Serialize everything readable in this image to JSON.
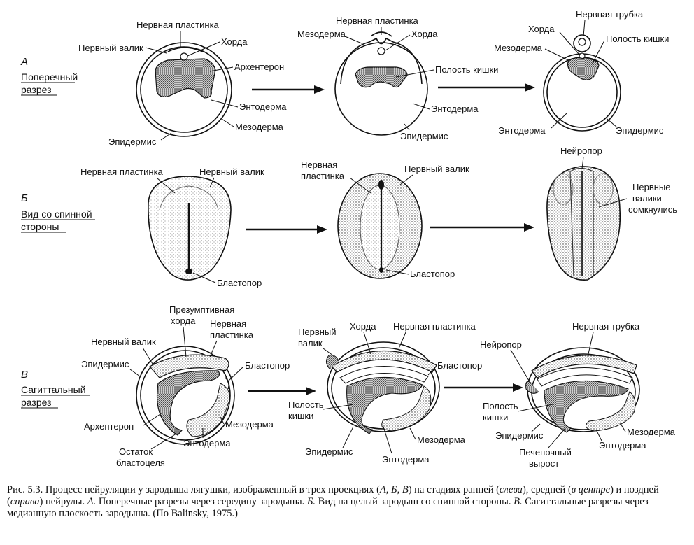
{
  "rows": {
    "a": {
      "letter": "А",
      "title1": "Поперечный",
      "title2": "разрез"
    },
    "b": {
      "letter": "Б",
      "title1": "Вид со спинной",
      "title2": "стороны"
    },
    "c": {
      "letter": "В",
      "title1": "Сагиттальный",
      "title2": "разрез"
    }
  },
  "labels": {
    "a1": {
      "plate": "Нервная пластинка",
      "fold": "Нервный валик",
      "chord": "Хорда",
      "archenteron": "Архентерон",
      "endoderm": "Энтодерма",
      "mesoderm": "Мезодерма",
      "epidermis": "Эпидермис"
    },
    "a2": {
      "plate": "Нервная пластинка",
      "mesoderm": "Мезодерма",
      "chord": "Хорда",
      "cavity": "Полость кишки",
      "endoderm": "Энтодерма",
      "epidermis": "Эпидермис"
    },
    "a3": {
      "tube": "Нервная трубка",
      "chord": "Хорда",
      "cavity": "Полость кишки",
      "mesoderm": "Мезодерма",
      "endoderm": "Энтодерма",
      "epidermis": "Эпидермис"
    },
    "b1": {
      "plate": "Нервная пластинка",
      "fold": "Нервный валик",
      "blastopore": "Бластопор"
    },
    "b2": {
      "plate1": "Нервная",
      "plate2": "пластинка",
      "fold": "Нервный валик",
      "blastopore": "Бластопор"
    },
    "b3": {
      "neuropore": "Нейропор",
      "closed1": "Нервные",
      "closed2": "валики",
      "closed3": "сомкнулись"
    },
    "c1": {
      "chord1": "Презумптивная",
      "chord2": "хорда",
      "fold": "Нервный валик",
      "plate1": "Нервная",
      "plate2": "пластинка",
      "epidermis": "Эпидермис",
      "blastopore": "Бластопор",
      "archenteron": "Архентерон",
      "mesoderm": "Мезодерма",
      "remnant1": "Остаток",
      "remnant2": "бластоцеля",
      "endoderm": "Энтодерма"
    },
    "c2": {
      "fold1": "Нервный",
      "fold2": "валик",
      "chord": "Хорда",
      "plate": "Нервная пластинка",
      "blastopore": "Бластопор",
      "cavity1": "Полость",
      "cavity2": "кишки",
      "epidermis": "Эпидермис",
      "mesoderm": "Мезодерма",
      "endoderm": "Энтодерма"
    },
    "c3": {
      "tube": "Нервная трубка",
      "neuropore": "Нейропор",
      "cavity1": "Полость",
      "cavity2": "кишки",
      "epidermis": "Эпидермис",
      "liver1": "Печеночный",
      "liver2": "вырост",
      "mesoderm": "Мезодерма",
      "endoderm": "Энтодерма"
    }
  },
  "caption": {
    "p1": "Рис. 5.3. Процесс нейруляции у зародыша лягушки, изображенный в трех проекциях (",
    "p1_it": "А, Б, В",
    "p2": ") на стадиях ранней (",
    "p2_it": "слева",
    "p3": "), средней (",
    "p3_it": "в центре",
    "p4": ") и поздней (",
    "p4_it": "справа",
    "p5": ") нейрулы. ",
    "p5_it": "А.",
    "p6": " Поперечные разрезы через середину зародыша. ",
    "p6_it": "Б.",
    "p7": " Вид на целый зародыш со спинной стороны. ",
    "p7_it": "В.",
    "p8": " Сагиттальные разрезы через медианную плоскость зародыша. (По Balinsky, 1975.)"
  }
}
